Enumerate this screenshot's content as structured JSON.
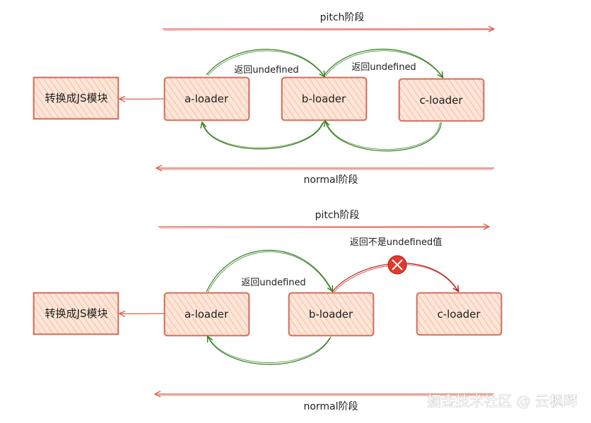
{
  "colors": {
    "box_fill": "#fde6d8",
    "box_stroke": "#c8583f",
    "hatch": "#f1a487",
    "arrow_red": "#d9624a",
    "arrow_green": "#2f7d1b",
    "arrow_darkred": "#b31d12",
    "stop_fill": "#e03a2e"
  },
  "top": {
    "pitch_label": "pitch阶段",
    "normal_label": "normal阶段",
    "module_box": "转换成JS模块",
    "loader_a": "a-loader",
    "loader_b": "b-loader",
    "loader_c": "c-loader",
    "return_ab": "返回undefined",
    "return_bc": "返回undefined"
  },
  "bottom": {
    "pitch_label": "pitch阶段",
    "normal_label": "normal阶段",
    "module_box": "转换成JS模块",
    "loader_a": "a-loader",
    "loader_b": "b-loader",
    "loader_c": "c-loader",
    "return_ab": "返回undefined",
    "return_bc": "返回不是undefined值"
  },
  "watermark": "掘金技术社区 @ 云枫晖"
}
